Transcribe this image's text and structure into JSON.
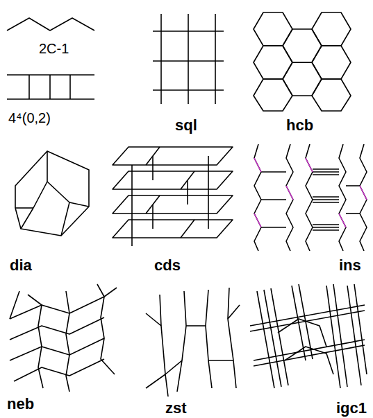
{
  "diagram": {
    "labels": [
      "2C-1",
      "4⁴(0,2)",
      "sql",
      "hcb",
      "dia",
      "cds",
      "ins",
      "neb",
      "zst",
      "igc1"
    ]
  }
}
